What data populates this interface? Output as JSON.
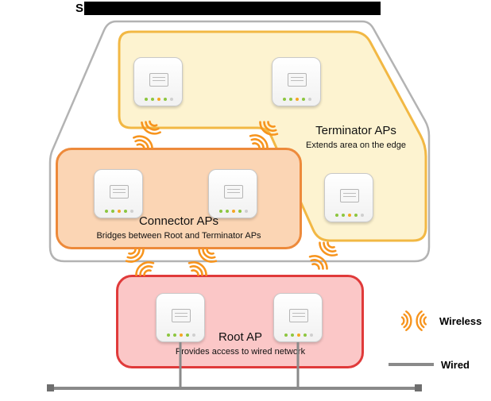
{
  "title": {
    "visible_text": "S"
  },
  "zones": {
    "terminator": {
      "label": "Terminator APs",
      "description": "Extends area on the edge"
    },
    "connector": {
      "label": "Connector APs",
      "description": "Bridges between Root and Terminator APs"
    },
    "root": {
      "label": "Root AP",
      "description": "Provides access to wired network"
    }
  },
  "devices": {
    "access_point_count": 7
  },
  "legend": {
    "wireless": "Wireless",
    "wired": "Wired"
  },
  "colors": {
    "wireless": "#f7941d",
    "wired": "#8a8a8a",
    "outline": "#b3b3b3",
    "terminator_fill": "#fdf3d0",
    "terminator_border": "#f2b844",
    "connector_fill": "#fbd5b4",
    "connector_border": "#ed8a3b",
    "root_fill": "#fbc7c7",
    "root_border": "#e03a3a",
    "led_green": "#8cc63f",
    "led_amber": "#f5a623"
  }
}
